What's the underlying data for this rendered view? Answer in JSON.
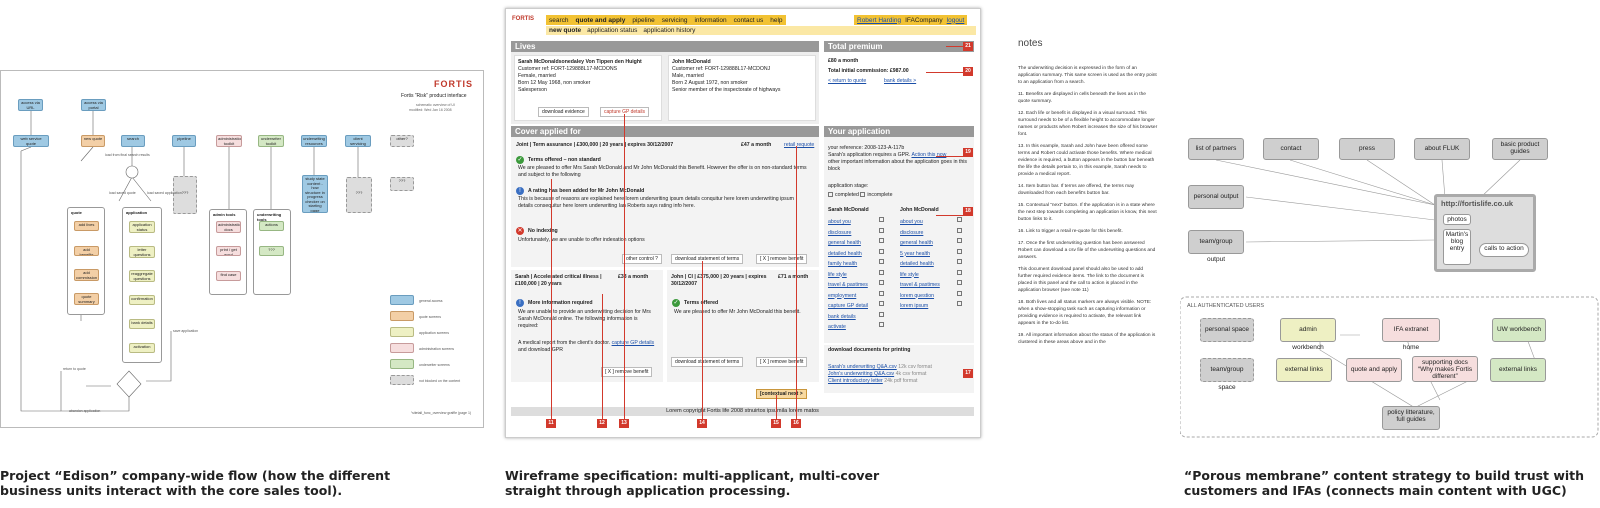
{
  "captions": [
    "Project “Edison” company-wide flow (how the different business units interact with the core sales tool).",
    "Wireframe specification: multi-applicant, multi-cover straight through application processing.",
    "“Porous membrane” content strategy to build trust with customers and IFAs (connects main content with UGC)"
  ],
  "p1": {
    "brand": "FORTIS",
    "title": "Fortis “Risk” product interface",
    "subtitle": "schematic overview of UI",
    "modified": "modified: Wed Jan 16 2008",
    "footer": "“sitetall_func_overview graffle (page 1)",
    "top_nodes": [
      "access via URL",
      "access via portal",
      "web service quote",
      "search",
      "pipeline",
      "administration toolkit",
      "underwriter toolkit",
      "underwriting resources",
      "client servicing",
      "other?"
    ],
    "mid_nodes": [
      "new quote",
      "lives",
      "add lives",
      "add benefits",
      "add commission",
      "quote summary",
      "application status",
      "letter questions",
      "reaggregate questions",
      "confirmation",
      "bank details",
      "activation",
      "administration docs",
      "print / get word",
      "find case",
      "actions",
      "???",
      "study state content - how structure in progress checker on starting page",
      "???",
      "???"
    ],
    "groups": [
      "quote",
      "application",
      "admin tools",
      "underwriting tools"
    ],
    "labels": [
      "load from final search results",
      "load saved quote",
      "load saved application",
      "save application",
      "return to quote",
      "abandon application"
    ],
    "legend": [
      "general access",
      "quote screens",
      "application screens",
      "administration screens",
      "underwriter screens",
      "not blocked on the content"
    ]
  },
  "p2": {
    "logo": "FORTIS",
    "nav": [
      "search",
      "quote and apply",
      "pipeline",
      "servicing",
      "information",
      "contact us",
      "help"
    ],
    "user": "Robert Harding",
    "company": "IFACompany",
    "logout": "logout",
    "subnav": [
      "new quote",
      "application status",
      "application history"
    ],
    "sections": {
      "lives": "Lives",
      "total": "Total premium",
      "cover": "Cover applied for",
      "yourapp": "Your application",
      "docs": "download documents for printing"
    },
    "life1": [
      "Sarah McDonaldsonedaley Von Tippen den Huight",
      "Customer ref: FORT-129888L17-MCDONS",
      "Female, married",
      "Born 12 May 1968, non smoker",
      "Salesperson"
    ],
    "life2": [
      "John McDonald",
      "Customer ref: FORT-129888L17-MCDONJ",
      "Male, married",
      "Born 2 August 1972, non smoker",
      "Senior member of the inspectorate of highways"
    ],
    "download_evidence": "download evidence",
    "capture_gp": "capture GP details",
    "total": [
      "£80 a month",
      "Total initial commission: £987.00"
    ],
    "return_quote": "< return to quote",
    "bank_details": "bank details >",
    "joint": "Joint  |  Term assurance  |  £300,000  |  20 years  |  expires 30/12/2007",
    "joint_price": "£47 a month",
    "reroute": "retail requote",
    "t1h": "Terms offered – non standard",
    "t1": "We are pleased to offer Mrs Sarah McDonald and Mr John McDonald this Benefit. However the offer is on non-standard terms and subject to the following",
    "t2h": "A rating has been added for Mr John McDonald",
    "t2": "This is because of reasons are explained here lorem underwriting ipsum details conquitur here lorem underwriting ipsum details consequitur here lorem underwriting Ian Roberts says rating info here.",
    "t3h": "No indexing",
    "t3": "Unfortunately, we are unable to offer indexation options",
    "other_control": "other control ?",
    "download_statement": "download statement of terms",
    "remove_benefit": "[ X ] remove benefit",
    "sarah": "Sarah  |  Accelerated critical illness  |  £100,000  |  20 years",
    "sarah_price": "£33 a month",
    "john": "John  |  CI  |  £375,000  |  20 years  |  expires 30/12/2007",
    "john_price": "£71 a month",
    "s1h": "More information required",
    "s1": "We are unable to provide an underwriting decision for Mrs Sarah McDonald online. The following information is required:",
    "s2": "A medical report from the client's doctor.",
    "s2l": "capture GP details",
    "s3": "and download GPR",
    "j1h": "Terms offered",
    "j1": "We are pleased to offer Mr John McDonald this benefit.",
    "ref": "your reference: 2008-123-A-117b",
    "gpr": "Sarah's application requires a GPR.",
    "action_now": "Action this now",
    "other_info": "other important information about the application goes in this block",
    "stage": "application stage:",
    "completed": "completed",
    "incomplete": "incomplete",
    "name_s": "Sarah McDonald",
    "name_j": "John McDonald",
    "links_s": [
      "about you",
      "disclosure",
      "general health",
      "detailed health",
      "family health",
      "life style",
      "travel & pastimes",
      "employment",
      "capture GP detail",
      "bank details",
      "activate"
    ],
    "links_j": [
      "about you",
      "disclosure",
      "general health",
      "5 year health",
      "detailed health",
      "life style",
      "travel & pastimes",
      "lorem question",
      "lorem ipsum"
    ],
    "doc1": "Sarah's underwriting Q&A.csv",
    "doc1s": "12k csv format",
    "doc2": "John's underwriting Q&A.csv",
    "doc2s": "4k csv format",
    "doc3": "Client introductory letter",
    "doc3s": "24k pdf format",
    "contextual": "[contextual next >",
    "copyright": "Lorem copyright Fortis life 2008 stnuirtos ipsumila lorem matos",
    "markers": [
      "11",
      "12",
      "13",
      "14",
      "15",
      "16",
      "17",
      "18",
      "19",
      "20",
      "21"
    ]
  },
  "notes": {
    "title": "notes",
    "paras": [
      "The underwriting decision is expressed in the form of an application summary. This same screen is used as the entry point to an application from a search.",
      "11. Benefits are displayed in cells beneath the lives as in the quote summary.",
      "12. Each life or benefit is displayed in a visual surround. This surround needs to be of a flexible height to accommodate longer names or products when Robert increases the size of his browser font.",
      "13. In this example, Sarah and John have been offered some terms and Robert could activate those benefits. Where medical evidence is required, a button appears in the button bar beneath the life the details pertain to, in this example, Sarah needs to provide a medical report.",
      "14. Item button bar. If terms are offered, the terms may downloaded from each benefit's button bar.",
      "15. Contextual “next” button. If the application is in a state where the next step towards completing an application is know, this next button links to it.",
      "16. Link to trigger a retail re-quote for this benefit.",
      "17. Once the first underwriting question has been answered Robert can download a csv file of the underwriting questions and answers.",
      "This document download panel should also be used to add further required evidence items. The link to the document is placed in this panel and the call to action is placed in the application browser (see note 11)",
      "18. Both lives and all status markers are always visible. NOTE: when a show-stopping task such as capturing information or providing evidence is required to activate, the relevant link appears in the to-do list.",
      "19. All important information about the status of the application is clustered in these areas above and in the"
    ]
  },
  "p3": {
    "top": [
      "list of partners",
      "contact",
      "press",
      "about FLUK",
      "basic product guides"
    ],
    "left": [
      "personal output",
      "team/group output"
    ],
    "site": "http://fortislife.co.uk",
    "inner": [
      "photos",
      "Martin's blog entry",
      "calls to action"
    ],
    "auth": "ALL AUTHENTICATED USERS",
    "row1": [
      "personal space",
      "admin workbench",
      "IFA extranet home",
      "UW workbench"
    ],
    "row2": [
      "team/group space",
      "external links",
      "quote and apply",
      "supporting docs “Why makes Fortis different”",
      "external links"
    ],
    "bottom": "policy litterature, full guides"
  }
}
